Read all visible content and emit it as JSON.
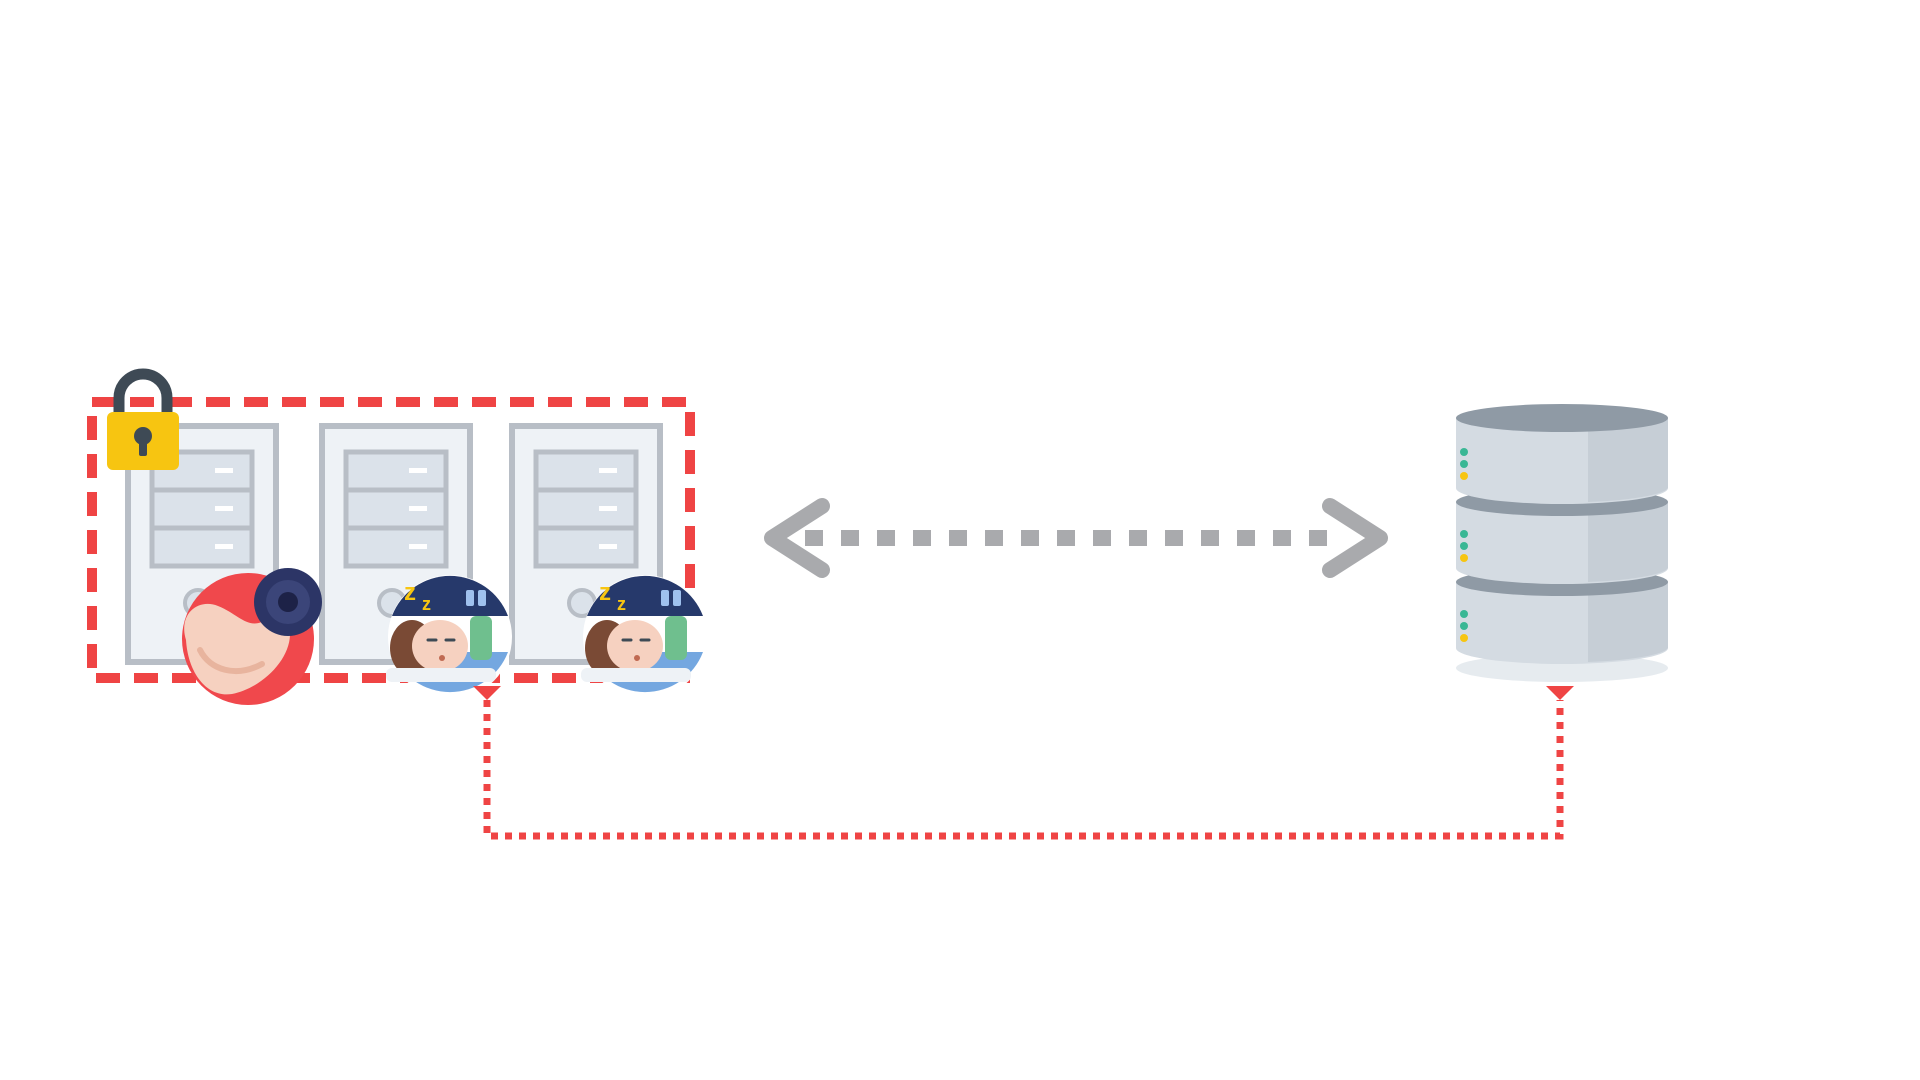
{
  "diagram": {
    "servers": [
      {
        "id": "server-1",
        "status": "active",
        "status_icon": "flexed-arm-dumbbell-icon"
      },
      {
        "id": "server-2",
        "status": "idle",
        "status_icon": "sleeping-person-icon"
      },
      {
        "id": "server-3",
        "status": "idle",
        "status_icon": "sleeping-person-icon"
      }
    ],
    "cluster_icon": "padlock-icon",
    "storage_icon": "database-icon",
    "connections": [
      {
        "from": "server-cluster",
        "to": "database",
        "style": "dotted-gray-double-arrow"
      },
      {
        "from": "server-2",
        "to": "database",
        "style": "dotted-red-connector"
      }
    ]
  },
  "colors": {
    "red_dash": "#ef4444",
    "gray_arrow": "#a9aaad",
    "server_frame": "#b8bec6",
    "server_fill": "#eef2f6",
    "drive_fill": "#dbe2ea",
    "lock_body": "#f7c511",
    "lock_shackle": "#3e4a55",
    "db_body": "#d4dbe2",
    "db_top": "#8f9aa5",
    "arm_circle": "#f0484c",
    "sleep_dark": "#26396b",
    "sleep_skin": "#f6d1c0",
    "sleep_hair": "#7a4a35",
    "sleep_blanket": "#74a7e0"
  }
}
